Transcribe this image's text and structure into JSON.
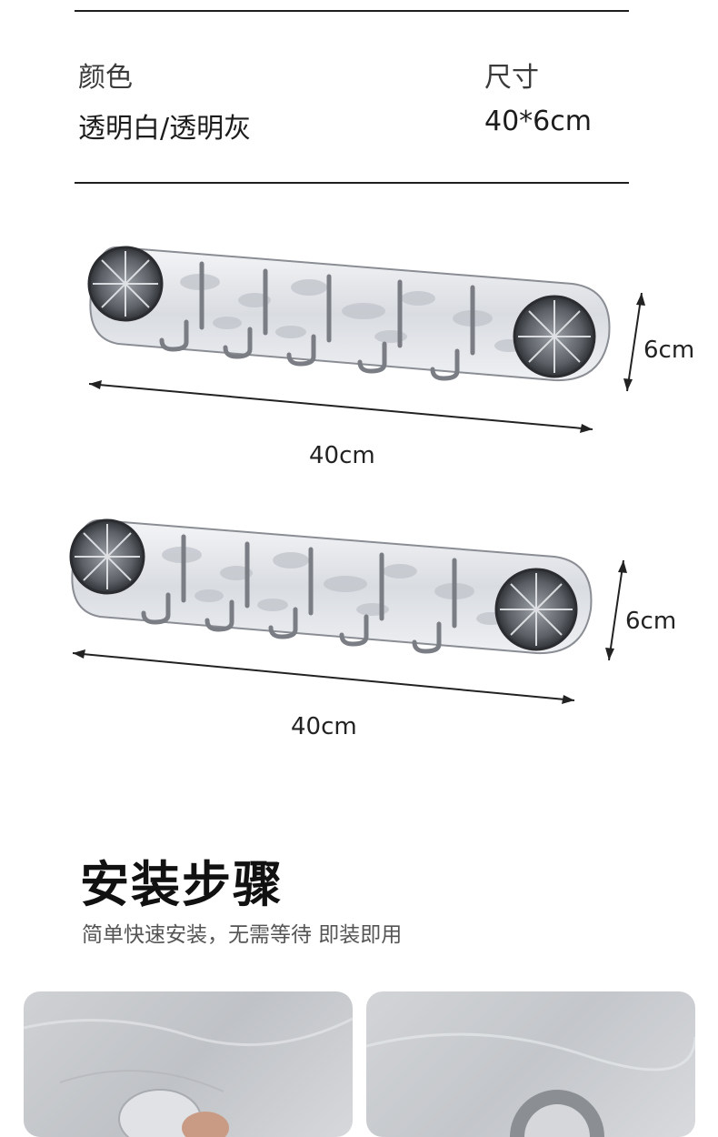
{
  "specs": {
    "color_label": "颜色",
    "color_value": "透明白/透明灰",
    "size_label": "尺寸",
    "size_value": "40*6cm"
  },
  "diagrams": [
    {
      "width_label": "40cm",
      "height_label": "6cm",
      "hooks": 5
    },
    {
      "width_label": "40cm",
      "height_label": "6cm",
      "hooks": 5
    }
  ],
  "install": {
    "title": "安装步骤",
    "subtitle": "简单快速安装，无需等待 即装即用"
  },
  "colors": {
    "rule": "#1e1e1e",
    "chrome": "#6f7378",
    "panel": "#e7e9ec"
  }
}
